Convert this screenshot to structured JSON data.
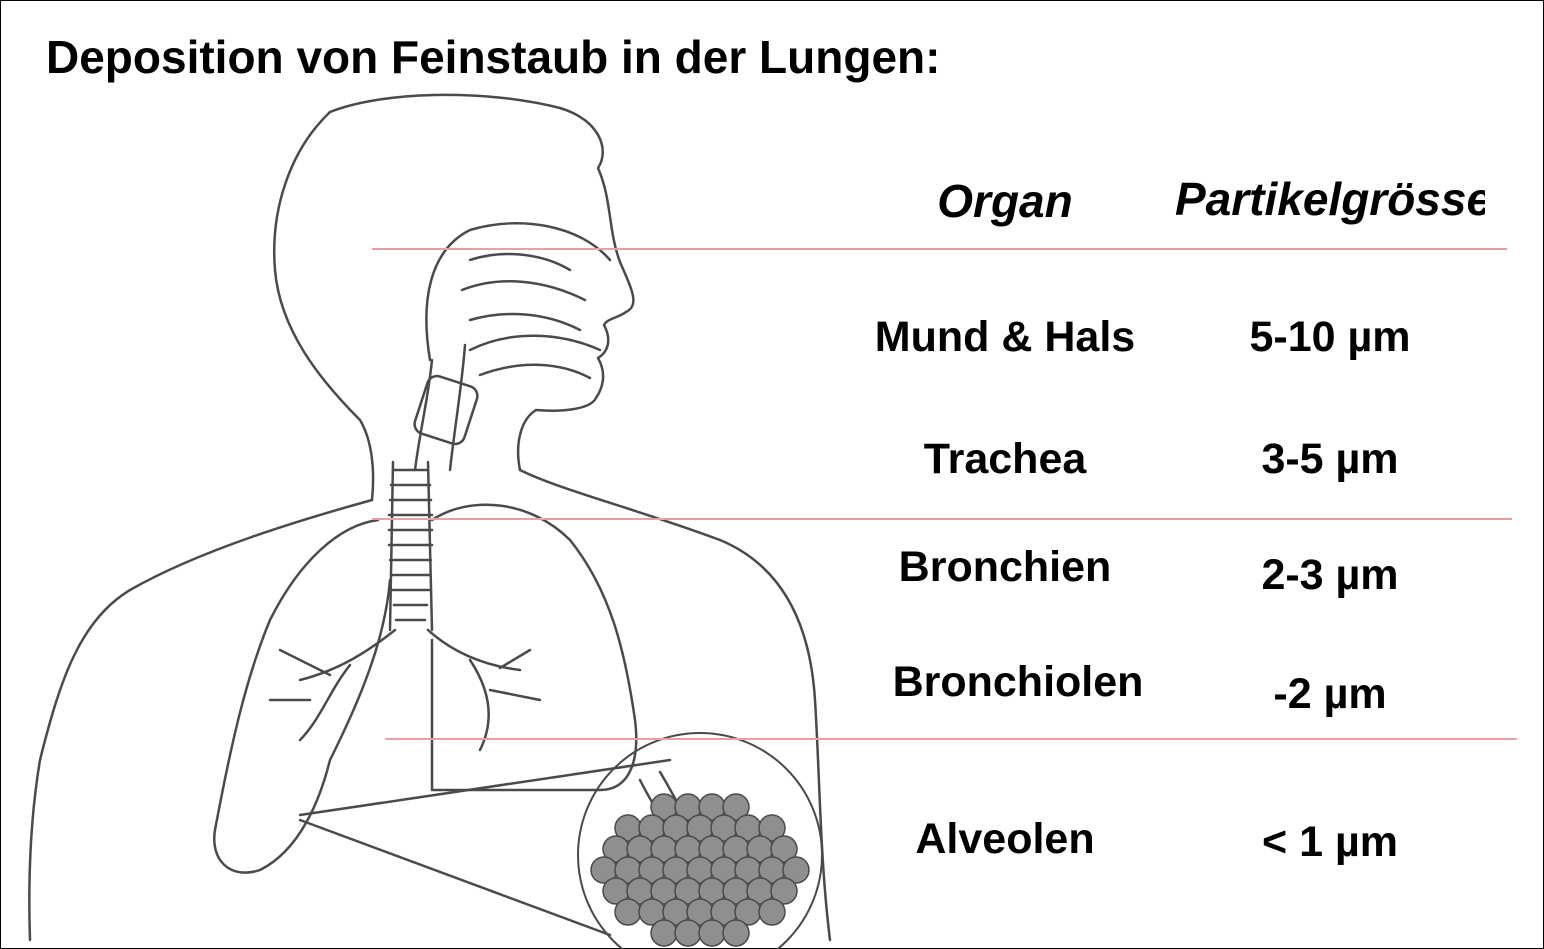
{
  "title": "Deposition von Feinstaub in der Lungen:",
  "table": {
    "headers": {
      "organ": "Organ",
      "size": "Partikelgrösse"
    },
    "rows": [
      {
        "organ": "Mund & Hals",
        "size": "5-10 µm"
      },
      {
        "organ": "Trachea",
        "size": "3-5 µm"
      },
      {
        "organ": "Bronchien",
        "size": "2-3 µm"
      },
      {
        "organ": "Bronchiolen",
        "size": "-2 µm"
      },
      {
        "organ": "Alveolen",
        "size": "< 1 µm"
      }
    ]
  },
  "colors": {
    "divider": "#e8a0a0",
    "outline": "#4a4a4a",
    "alveoli": "#8f8f8f"
  }
}
